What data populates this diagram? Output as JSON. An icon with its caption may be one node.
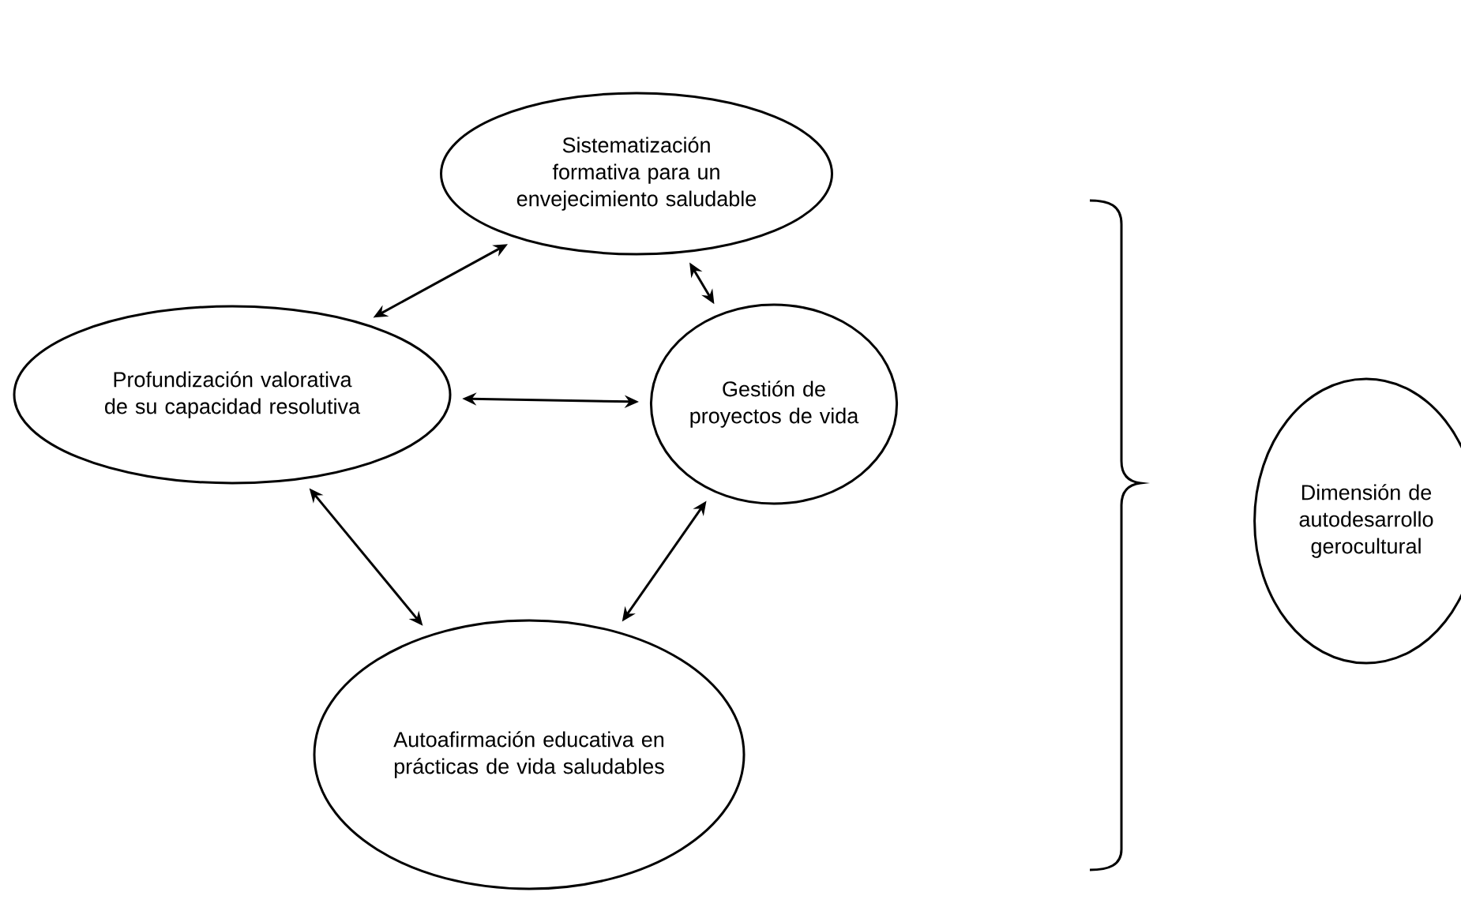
{
  "diagram": {
    "nodes": [
      {
        "text": [
          "Sistematización formativa para un envejecimiento saludable"
        ]
      },
      {
        "text": [
          "Profundización valorativa de su capacidad resolutiva"
        ]
      },
      {
        "text": [
          "Gestión de proyectos de vida"
        ]
      },
      {
        "text": [
          "Autoafirmación educativa en prácticas de vida saludables"
        ]
      },
      {
        "text": [
          "Dimensión de autodesarrollo gerocultural"
        ]
      }
    ],
    "edges": [
      {
        "from": 0,
        "to": 1,
        "arrow": "both"
      },
      {
        "from": 0,
        "to": 2,
        "arrow": "both"
      },
      {
        "from": 1,
        "to": 2,
        "arrow": "both"
      },
      {
        "from": 1,
        "to": 3,
        "arrow": "both"
      },
      {
        "from": 2,
        "to": 3,
        "arrow": "both"
      }
    ]
  }
}
